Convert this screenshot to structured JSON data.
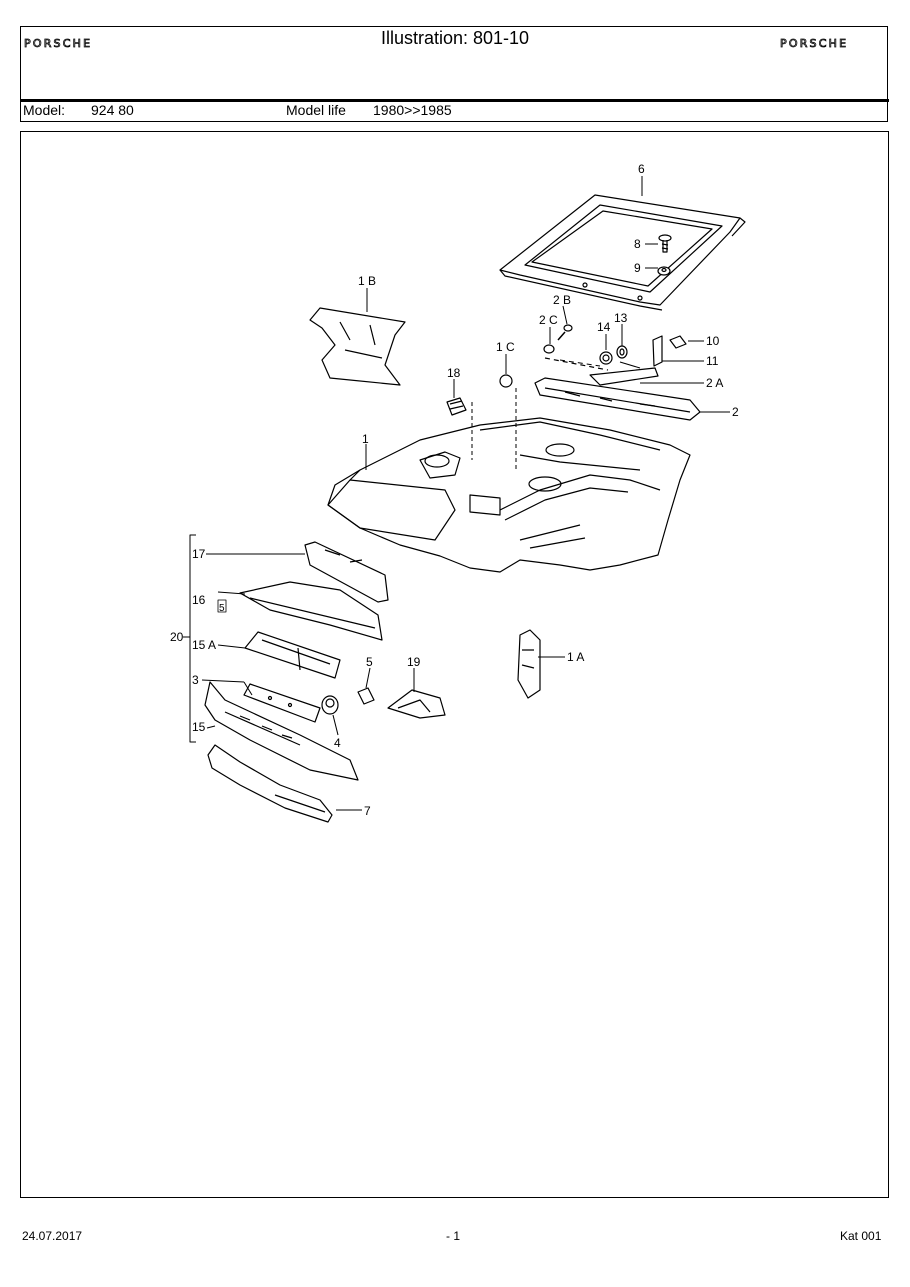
{
  "header": {
    "brand_left": "PORSCHE",
    "brand_right": "PORSCHE",
    "title": "Illustration: 801-10"
  },
  "model": {
    "label": "Model:",
    "value": "924 80",
    "life_label": "Model life",
    "life_value": "1980>>1985"
  },
  "callouts": {
    "c6": "6",
    "c8": "8",
    "c9": "9",
    "c1B": "1 B",
    "c2B": "2 B",
    "c2C": "2 C",
    "c14": "14",
    "c13": "13",
    "c10": "10",
    "c11": "11",
    "c1C": "1 C",
    "c18": "18",
    "c2A": "2 A",
    "c2": "2",
    "c1": "1",
    "c17": "17",
    "c16": "16",
    "c16sub": "5",
    "c20": "20",
    "c15A": "15 A",
    "c5": "5",
    "c19": "19",
    "c1A": "1 A",
    "c3": "3",
    "c4": "4",
    "c15": "15",
    "c7": "7"
  },
  "footer": {
    "date": "24.07.2017",
    "page": "- 1",
    "catalog": "Kat 001"
  }
}
